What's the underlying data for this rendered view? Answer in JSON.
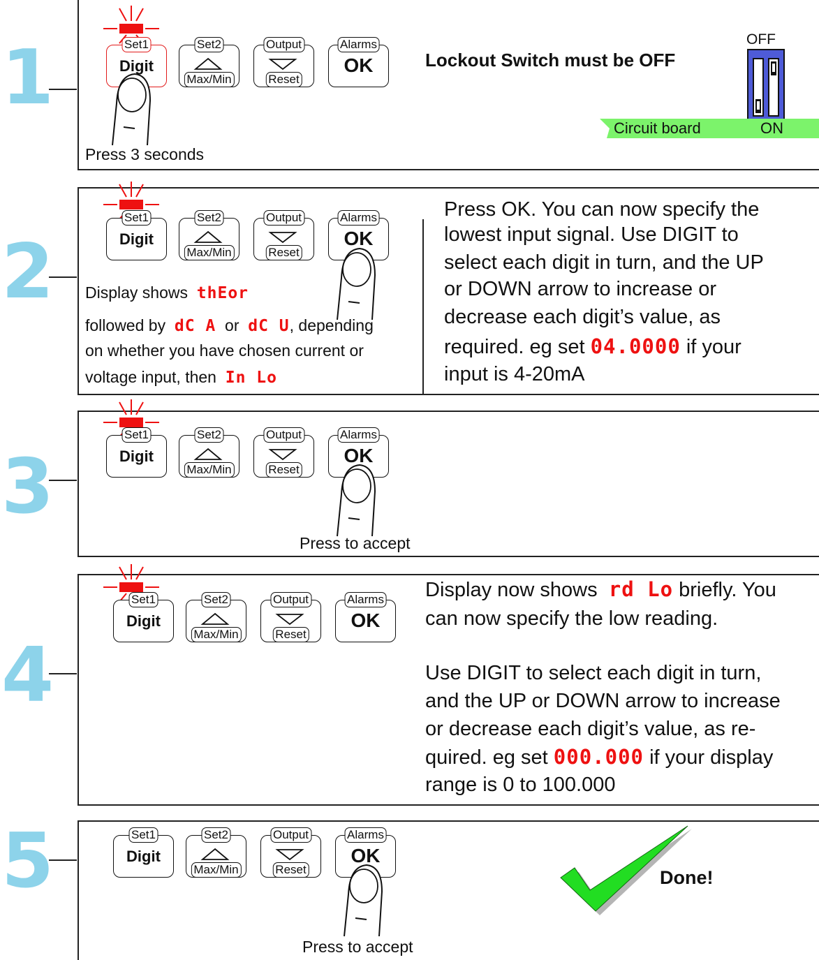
{
  "keys": {
    "set1": "Set1",
    "digit": "Digit",
    "set2": "Set2",
    "maxmin": "Max/Min",
    "output": "Output",
    "reset": "Reset",
    "alarms": "Alarms",
    "ok": "OK"
  },
  "steps": [
    {
      "number": "1",
      "caption": "Press 3 seconds",
      "heading": "Lockout Switch must be OFF",
      "switch": {
        "off_label": "OFF",
        "on_label": "ON",
        "board_label": "Circuit board"
      }
    },
    {
      "number": "2",
      "left_text": {
        "line1": "Display shows",
        "display1": "thEor",
        "line2a": "followed by",
        "display2": "dC A",
        "or": "or",
        "display3": "dC U",
        "line2b": ", depending",
        "line3": "on whether you have chosen current or",
        "line4": "voltage input, then",
        "display4": "In Lo"
      },
      "right_text": {
        "l1": "Press OK. You can now specify the",
        "l2": "lowest  input signal. Use DIGIT to",
        "l3": "select each digit in turn, and the UP",
        "l4": "or DOWN arrow to increase or",
        "l5": "decrease each digit’s value, as",
        "l6a": "required. eg set",
        "display": "04.0000",
        "l6b": "if your",
        "l7": "input is 4-20mA"
      }
    },
    {
      "number": "3",
      "caption": "Press to accept"
    },
    {
      "number": "4",
      "text": {
        "l1a": "Display now shows",
        "display1": "rd Lo",
        "l1b": "briefly. You",
        "l2": "can now specify the low reading.",
        "l3": "Use DIGIT to select each digit in turn,",
        "l4": "and the UP or DOWN arrow to increase",
        "l5": "or decrease each digit’s value, as re-",
        "l6a": "quired. eg set",
        "display2": "000.000",
        "l6b": "if your display",
        "l7": "range is 0 to 100.000"
      }
    },
    {
      "number": "5",
      "caption": "Press to accept",
      "done": "Done!"
    }
  ],
  "colors": {
    "step_number": "#8dd3ea",
    "segment": "#ee1111",
    "switch_body": "#4e5bd8",
    "circuit_board": "#7cf36b",
    "check": "#22dd22"
  }
}
